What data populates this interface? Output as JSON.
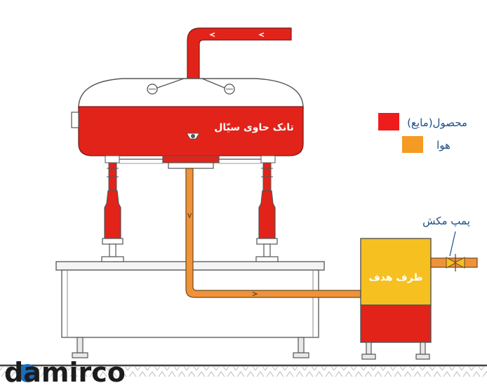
{
  "labels": {
    "tank": "تانک حاوی سیّال",
    "target_vessel": "ظرف هدف",
    "suction_pump": "پمپ مکش"
  },
  "legend": [
    {
      "label": "محصول(مایع)",
      "color": "#ee1c1c"
    },
    {
      "label": "هوا",
      "color": "#f59a23"
    }
  ],
  "watermark": "damirco",
  "colors": {
    "liquid": "#e2231a",
    "air": "#f0923a",
    "vessel_yellow": "#f5c020",
    "outline": "#555555",
    "ground": "#444444",
    "text_blue": "#1a4f8a"
  }
}
